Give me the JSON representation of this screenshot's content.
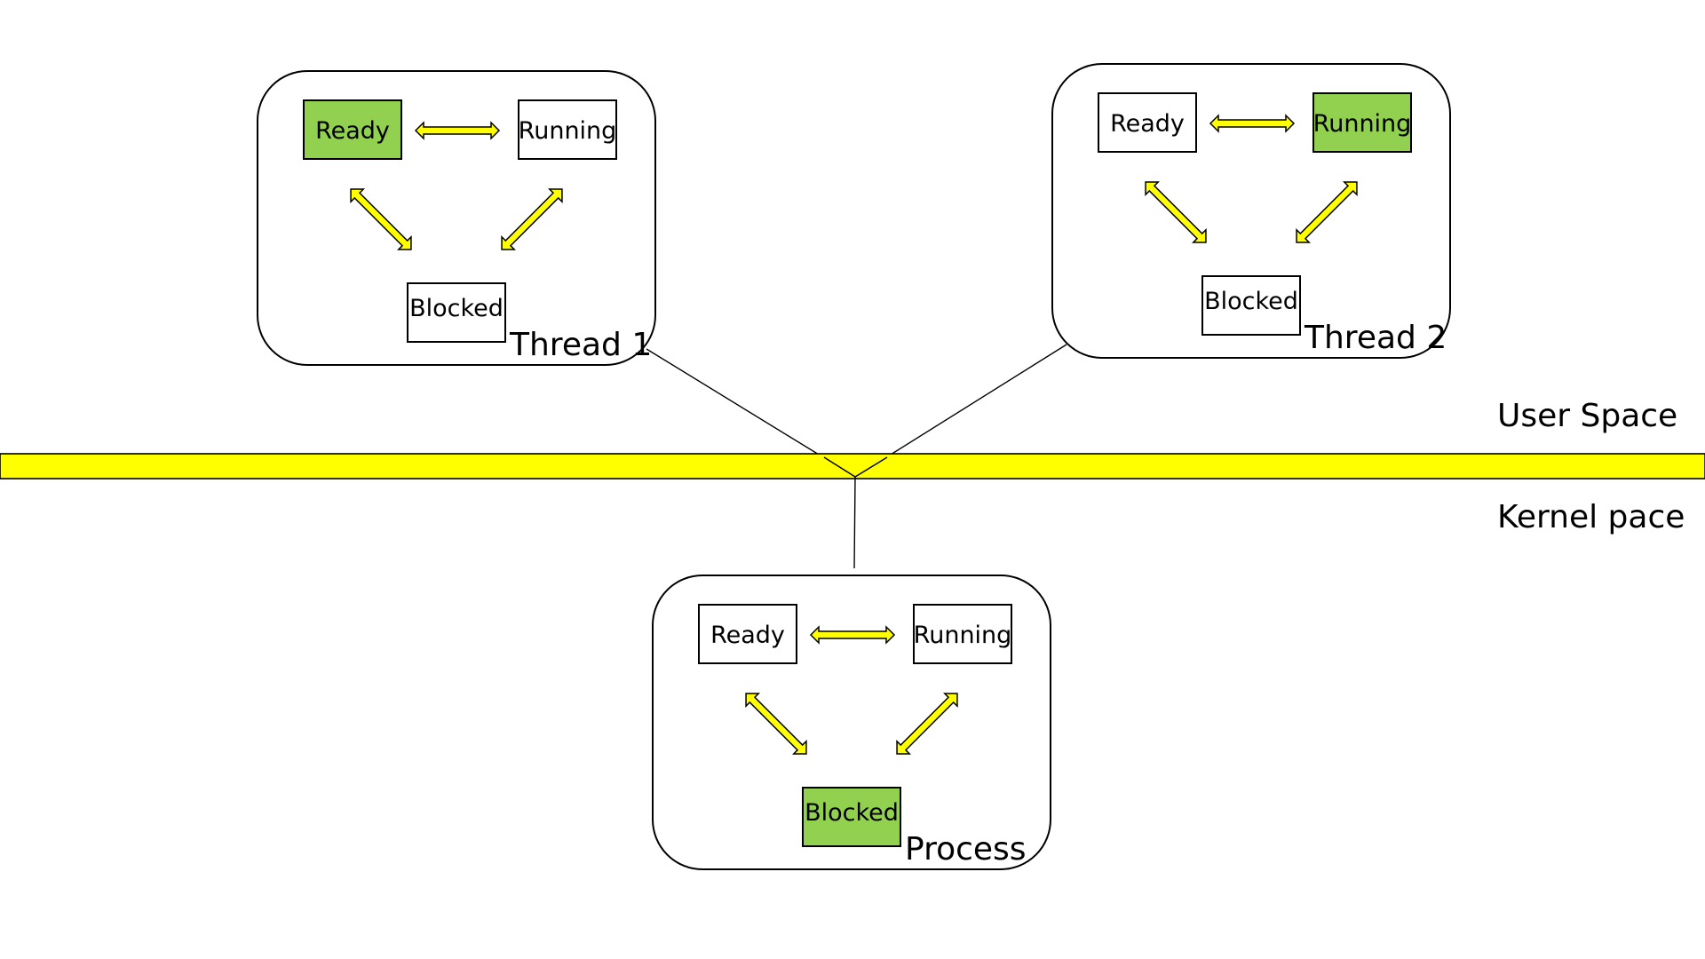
{
  "states": {
    "ready": "Ready",
    "running": "Running",
    "blocked": "Blocked"
  },
  "groups": [
    {
      "title": "Thread 1",
      "active": "ready"
    },
    {
      "title": "Thread 2",
      "active": "running"
    },
    {
      "title": "Process",
      "active": "blocked"
    }
  ],
  "regions": {
    "user": "User Space",
    "kernel": "Kernel pace"
  },
  "colors": {
    "active_fill": "#92D050",
    "arrow_fill": "#FFFF00",
    "band_fill": "#FFFF00",
    "stroke": "#000000"
  }
}
